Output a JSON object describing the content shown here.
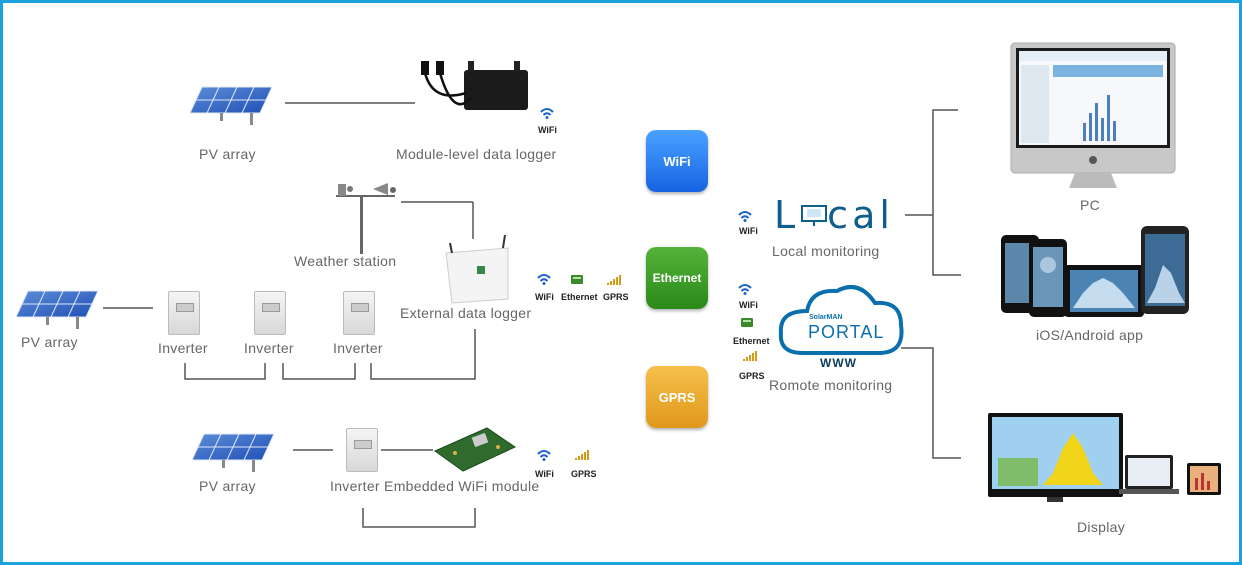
{
  "labels": {
    "pv_array_top": "PV array",
    "module_logger": "Module-level data logger",
    "weather_station": "Weather station",
    "external_logger": "External data logger",
    "pv_array_mid": "PV array",
    "inverter_1": "Inverter",
    "inverter_2": "Inverter",
    "inverter_3": "Inverter",
    "pv_array_bottom": "PV array",
    "inverter_embedded": "Inverter Embedded WiFi module",
    "local_monitoring": "Local monitoring",
    "remote_monitoring": "Romote monitoring",
    "pc": "PC",
    "ios_android": "iOS/Android app",
    "display": "Display"
  },
  "channels": {
    "wifi": "WiFi",
    "ethernet": "Ethernet",
    "gprs": "GPRS"
  },
  "icon_captions": {
    "wifi": "WiFi",
    "ethernet": "Ethernet",
    "gprs": "GPRS"
  },
  "logos": {
    "local_first": "L",
    "local_rest": "cal",
    "portal_brand": "SolarMAN",
    "portal_title": "PORTAL",
    "portal_www": "WWW"
  },
  "colors": {
    "frame_border": "#1ba1dc",
    "wifi_button": "#1763e2",
    "ethernet_button": "#2a8a1a",
    "gprs_button": "#e0981a",
    "logo_blue": "#0f5e8c"
  }
}
